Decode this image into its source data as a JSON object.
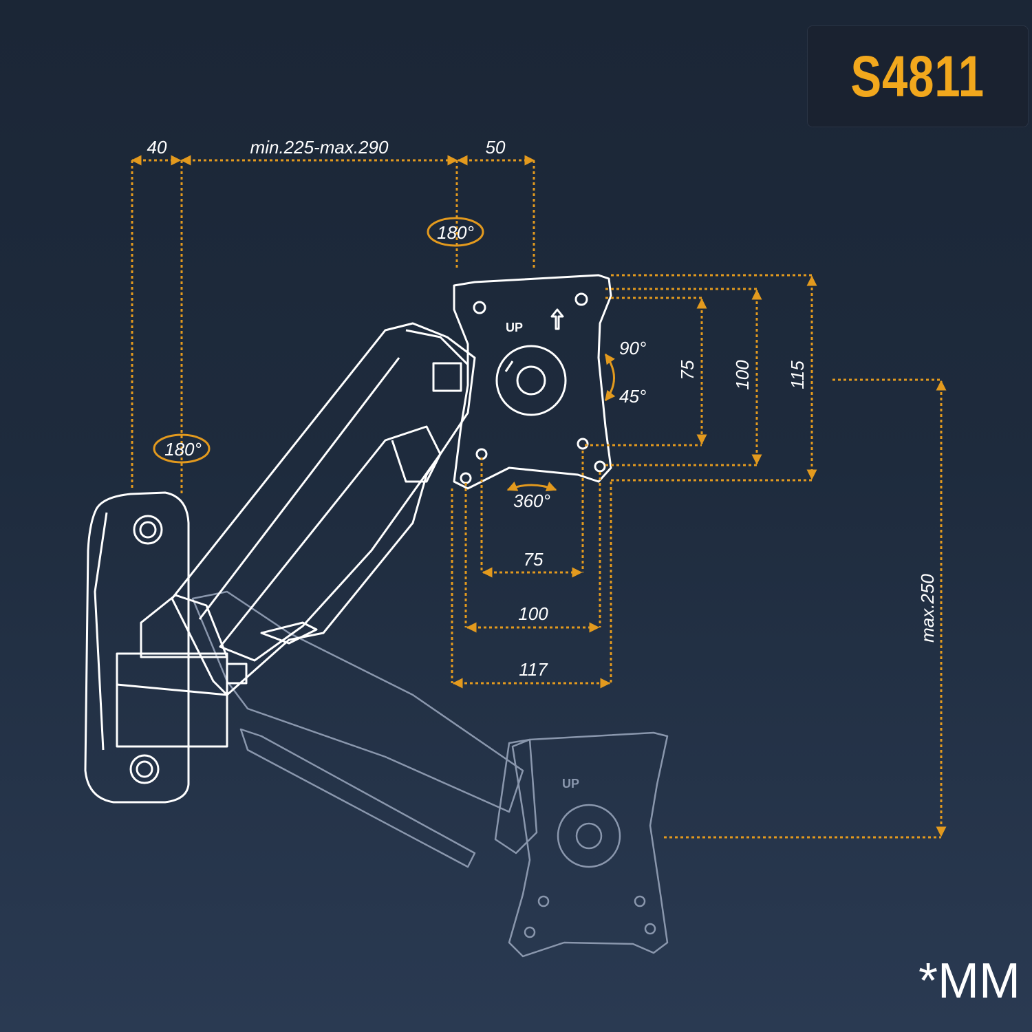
{
  "model": "S4811",
  "unit": "*MM",
  "dimensions": {
    "wall_offset": "40",
    "arm_reach": "min.225-max.290",
    "head_offset": "50",
    "vesa_v_small": "75",
    "vesa_v_medium": "100",
    "plate_height": "115",
    "vesa_h_small": "75",
    "vesa_h_medium": "100",
    "plate_width": "117",
    "height_adjust": "max.250"
  },
  "rotations": {
    "head_swivel": "180°",
    "wall_swivel": "180°",
    "tilt_up": "90°",
    "tilt_down": "45°",
    "rotation": "360°"
  },
  "plate_mark": "UP",
  "colors": {
    "accent": "#e39a1e",
    "model_text": "#f2a81d",
    "line": "#ffffff"
  }
}
